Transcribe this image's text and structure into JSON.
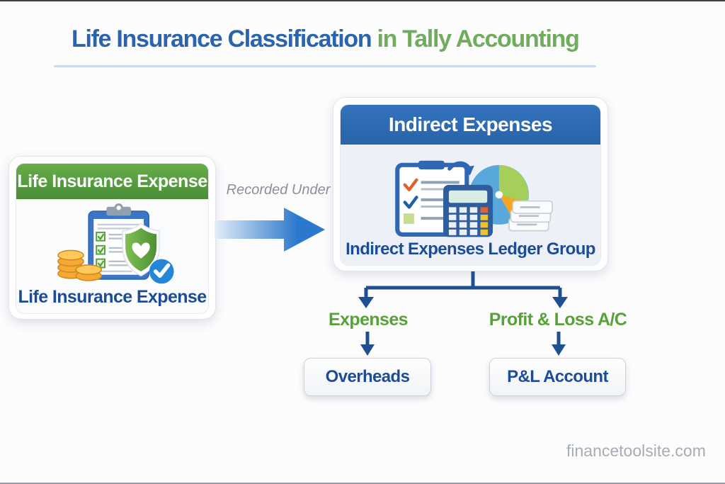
{
  "title": {
    "main": "Life Insurance Classification",
    "accent": "in Tally Accounting"
  },
  "source_card": {
    "header": "Life Insurance Expense",
    "caption": "Life Insurance Expense",
    "icons": [
      "coins-icon",
      "clipboard-checklist-icon",
      "shield-heart-icon",
      "verified-check-icon"
    ]
  },
  "flow": {
    "arrow_label": "Recorded Under",
    "arrow_icon": "right-arrow-icon"
  },
  "target_card": {
    "header": "Indirect Expenses",
    "caption": "Indirect Expenses Ledger Group",
    "icons": [
      "checklist-icon",
      "pie-chart-icon",
      "calculator-icon",
      "ledger-books-icon"
    ]
  },
  "branches": [
    {
      "category": "Expenses",
      "result": "Overheads"
    },
    {
      "category": "Profit & Loss A/C",
      "result": "P&L Account"
    }
  ],
  "footer": {
    "watermark": "financetoolsite.com"
  },
  "colors": {
    "title_blue": "#2A63AE",
    "title_green": "#6FAC5B",
    "source_header_green": "#4E9A3C",
    "target_header_blue": "#2D6DB4",
    "dark_blue_text": "#1C4C97",
    "branch_green": "#56A238",
    "connector_blue": "#1E4F91",
    "arrow_blue": "#2B79CC",
    "watermark_gray": "#A6ACB5"
  }
}
